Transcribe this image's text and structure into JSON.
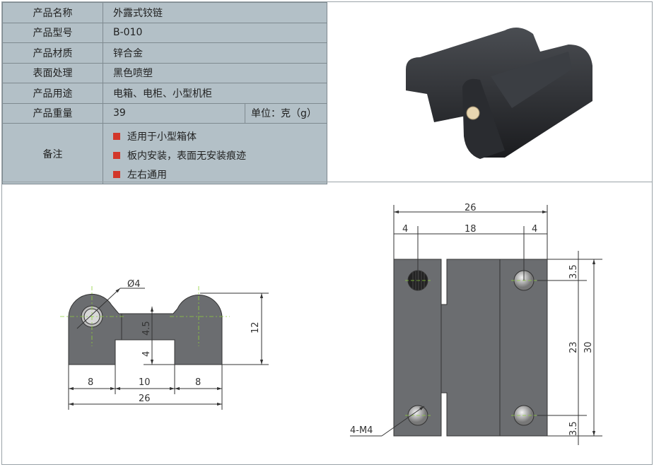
{
  "spec": {
    "rows": [
      {
        "label": "产品名称",
        "value": "外露式铰链"
      },
      {
        "label": "产品型号",
        "value": "B-010"
      },
      {
        "label": "产品材质",
        "value": "锌合金"
      },
      {
        "label": "表面处理",
        "value": "黑色喷塑"
      },
      {
        "label": "产品用途",
        "value": "电箱、电柜、小型机柜"
      },
      {
        "label": "产品重量",
        "value": "39",
        "unit": "单位：克（g）"
      }
    ],
    "notes_label": "备注",
    "notes": [
      "适用于小型箱体",
      "板内安装，表面无安装痕迹",
      "左右通用"
    ]
  },
  "side_view": {
    "hole_dia": "Ø4",
    "d_left": "8",
    "d_mid": "10",
    "d_right": "8",
    "d_total": "26",
    "d_height": "12",
    "d_bar": "4.5",
    "d_gap": "4"
  },
  "top_view": {
    "d_total": "26",
    "d_left": "4",
    "d_mid": "18",
    "d_right": "4",
    "d_top": "3.5",
    "d_pitch": "23",
    "d_height": "30",
    "d_bottom": "3.5",
    "thread": "4-M4"
  },
  "colors": {
    "table_bg": "#b3c0c7",
    "bullet": "#d2372b",
    "part": "#6b6d70"
  }
}
